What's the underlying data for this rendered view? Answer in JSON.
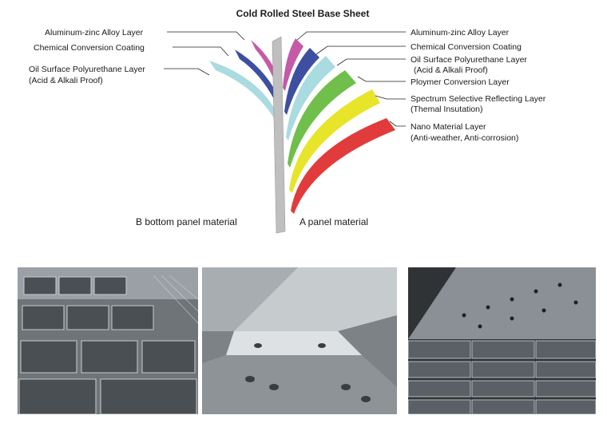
{
  "diagram": {
    "title": "Cold Rolled Steel Base Sheet",
    "left_layers": [
      {
        "label": "Aluminum-zinc Alloy Layer",
        "color": "#c45aa8"
      },
      {
        "label": "Chemical Conversion Coating",
        "color": "#3d4fa0"
      },
      {
        "label": "Oil Surface Polyurethane Layer",
        "sub": "(Acid & Alkali Proof)",
        "color": "#a9dbe0"
      }
    ],
    "right_layers": [
      {
        "label": "Aluminum-zinc Alloy Layer",
        "color": "#c45aa8"
      },
      {
        "label": "Chemical Conversion Coating",
        "color": "#3d4fa0"
      },
      {
        "label": "Oil Surface Polyurethane Layer",
        "sub": "(Acid & Alkali Proof)",
        "color": "#a9dbe0"
      },
      {
        "label": "Ploymer Conversion Layer",
        "color": "#6fbf4a"
      },
      {
        "label": "Spectrum Selective Reflecting Layer",
        "sub": "(Themal Insutation)",
        "color": "#e8e42a"
      },
      {
        "label": "Nano Material Layer",
        "sub": "(Anti-weather, Anti-corrosion)",
        "color": "#e23b3b"
      }
    ],
    "base_color": "#bfbfbf",
    "bottom_left": "B bottom panel material",
    "bottom_right": "A panel material"
  },
  "photos": [
    {
      "subject": "stacked-c-channels"
    },
    {
      "subject": "c-channel-closeup"
    },
    {
      "subject": "punched-c-channels"
    }
  ]
}
